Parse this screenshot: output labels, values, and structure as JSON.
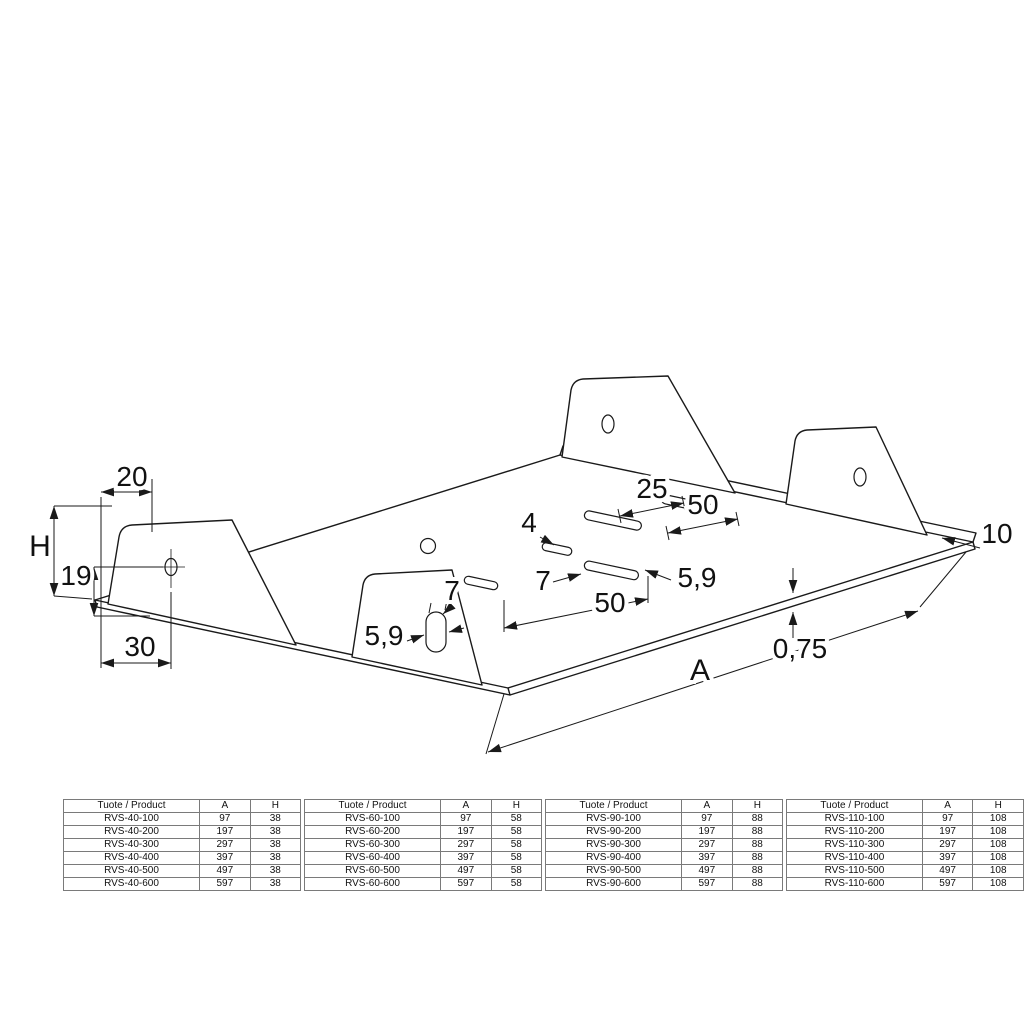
{
  "drawing": {
    "dims": {
      "d20": "20",
      "dH": "H",
      "d19": "19",
      "d30": "30",
      "d25": "25",
      "d50_upper": "50",
      "d4": "4",
      "d7_mid": "7",
      "d59_mid": "5,9",
      "d50_lower": "50",
      "d7_front": "7",
      "d59_front": "5,9",
      "d10": "10",
      "d0_75": "0,75",
      "dA": "A"
    },
    "colors": {
      "line": "#1a1a1a",
      "table_border": "#7a7a7a"
    }
  },
  "tables": [
    {
      "header": [
        "Tuote / Product",
        "A",
        "H"
      ],
      "rows": [
        [
          "RVS-40-100",
          "97",
          "38"
        ],
        [
          "RVS-40-200",
          "197",
          "38"
        ],
        [
          "RVS-40-300",
          "297",
          "38"
        ],
        [
          "RVS-40-400",
          "397",
          "38"
        ],
        [
          "RVS-40-500",
          "497",
          "38"
        ],
        [
          "RVS-40-600",
          "597",
          "38"
        ]
      ]
    },
    {
      "header": [
        "Tuote / Product",
        "A",
        "H"
      ],
      "rows": [
        [
          "RVS-60-100",
          "97",
          "58"
        ],
        [
          "RVS-60-200",
          "197",
          "58"
        ],
        [
          "RVS-60-300",
          "297",
          "58"
        ],
        [
          "RVS-60-400",
          "397",
          "58"
        ],
        [
          "RVS-60-500",
          "497",
          "58"
        ],
        [
          "RVS-60-600",
          "597",
          "58"
        ]
      ]
    },
    {
      "header": [
        "Tuote / Product",
        "A",
        "H"
      ],
      "rows": [
        [
          "RVS-90-100",
          "97",
          "88"
        ],
        [
          "RVS-90-200",
          "197",
          "88"
        ],
        [
          "RVS-90-300",
          "297",
          "88"
        ],
        [
          "RVS-90-400",
          "397",
          "88"
        ],
        [
          "RVS-90-500",
          "497",
          "88"
        ],
        [
          "RVS-90-600",
          "597",
          "88"
        ]
      ]
    },
    {
      "header": [
        "Tuote / Product",
        "A",
        "H"
      ],
      "rows": [
        [
          "RVS-110-100",
          "97",
          "108"
        ],
        [
          "RVS-110-200",
          "197",
          "108"
        ],
        [
          "RVS-110-300",
          "297",
          "108"
        ],
        [
          "RVS-110-400",
          "397",
          "108"
        ],
        [
          "RVS-110-500",
          "497",
          "108"
        ],
        [
          "RVS-110-600",
          "597",
          "108"
        ]
      ]
    }
  ]
}
